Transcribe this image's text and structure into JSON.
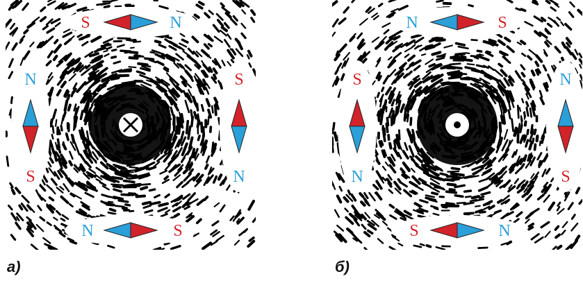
{
  "colors": {
    "north": "#2a9fd8",
    "south": "#d2232a",
    "field": "#000000",
    "background": "#ffffff"
  },
  "panels": [
    {
      "label": "а)",
      "current_direction": "into-page",
      "current_symbol": "cross-icon",
      "needles": [
        {
          "pos": "top",
          "poles": [
            "S",
            "N"
          ]
        },
        {
          "pos": "left",
          "poles": [
            "N",
            "S"
          ]
        },
        {
          "pos": "right",
          "poles": [
            "S",
            "N"
          ]
        },
        {
          "pos": "bottom",
          "poles": [
            "N",
            "S"
          ]
        }
      ]
    },
    {
      "label": "б)",
      "current_direction": "out-of-page",
      "current_symbol": "dot-icon",
      "needles": [
        {
          "pos": "top",
          "poles": [
            "N",
            "S"
          ]
        },
        {
          "pos": "left",
          "poles": [
            "S",
            "N"
          ]
        },
        {
          "pos": "right",
          "poles": [
            "N",
            "S"
          ]
        },
        {
          "pos": "bottom",
          "poles": [
            "S",
            "N"
          ]
        }
      ]
    }
  ]
}
